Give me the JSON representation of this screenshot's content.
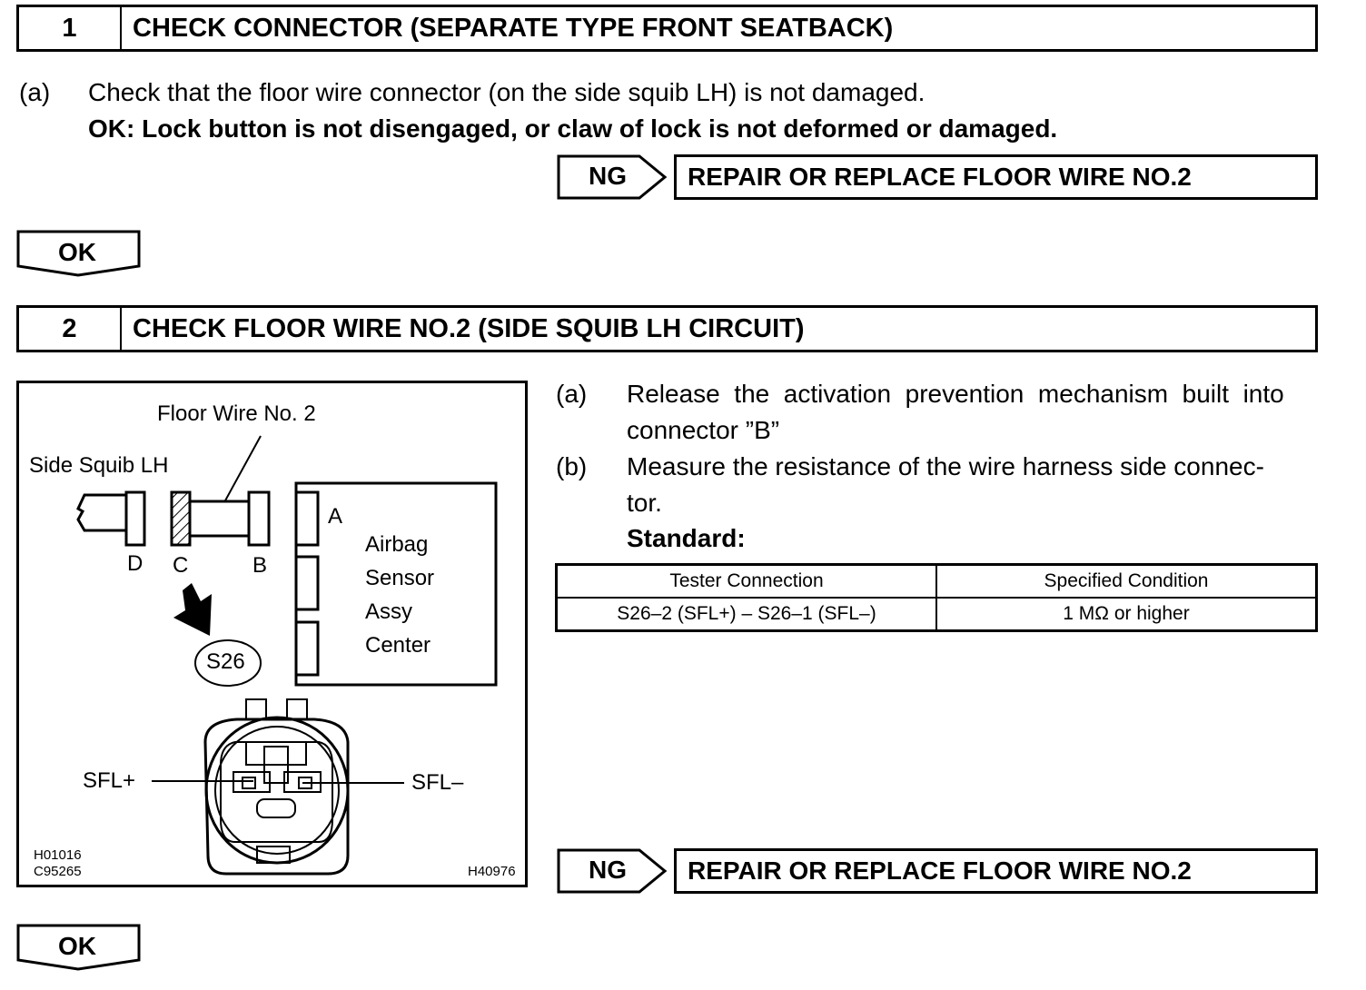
{
  "step1": {
    "number": "1",
    "title": "CHECK CONNECTOR (SEPARATE TYPE FRONT SEATBACK)",
    "item_a_label": "(a)",
    "item_a_text": "Check that the floor wire connector (on the side squib LH) is not damaged.",
    "ok_criteria": "OK: Lock button is not disengaged, or claw of lock is not deformed or damaged.",
    "ng_label": "NG",
    "ng_action": "REPAIR OR REPLACE FLOOR WIRE NO.2",
    "ok_label": "OK"
  },
  "step2": {
    "number": "2",
    "title": "CHECK FLOOR WIRE NO.2 (SIDE SQUIB LH CIRCUIT)",
    "item_a_label": "(a)",
    "item_a_line1": "Release  the  activation  prevention  mechanism  built  into",
    "item_a_line2": "connector ”B”",
    "item_b_label": "(b)",
    "item_b_line1": "Measure the resistance of the wire harness side connec-",
    "item_b_line2": "tor.",
    "standard_label": "Standard:",
    "table": {
      "headers": [
        "Tester Connection",
        "Specified Condition"
      ],
      "rows": [
        [
          "S26–2 (SFL+) – S26–1 (SFL–)",
          "1 MΩ or higher"
        ]
      ]
    },
    "ng_label": "NG",
    "ng_action": "REPAIR OR REPLACE FLOOR WIRE NO.2",
    "ok_label": "OK"
  },
  "diagram": {
    "floor_wire": "Floor Wire No. 2",
    "side_squib": "Side Squib LH",
    "conn_a": "A",
    "conn_b": "B",
    "conn_c": "C",
    "conn_d": "D",
    "ecu_line1": "Airbag",
    "ecu_line2": "Sensor",
    "ecu_line3": "Assy",
    "ecu_line4": "Center",
    "connector_code": "S26",
    "sfl_plus": "SFL+",
    "sfl_minus": "SFL–",
    "ref1": "H01016",
    "ref2": "C95265",
    "ref3": "H40976"
  }
}
